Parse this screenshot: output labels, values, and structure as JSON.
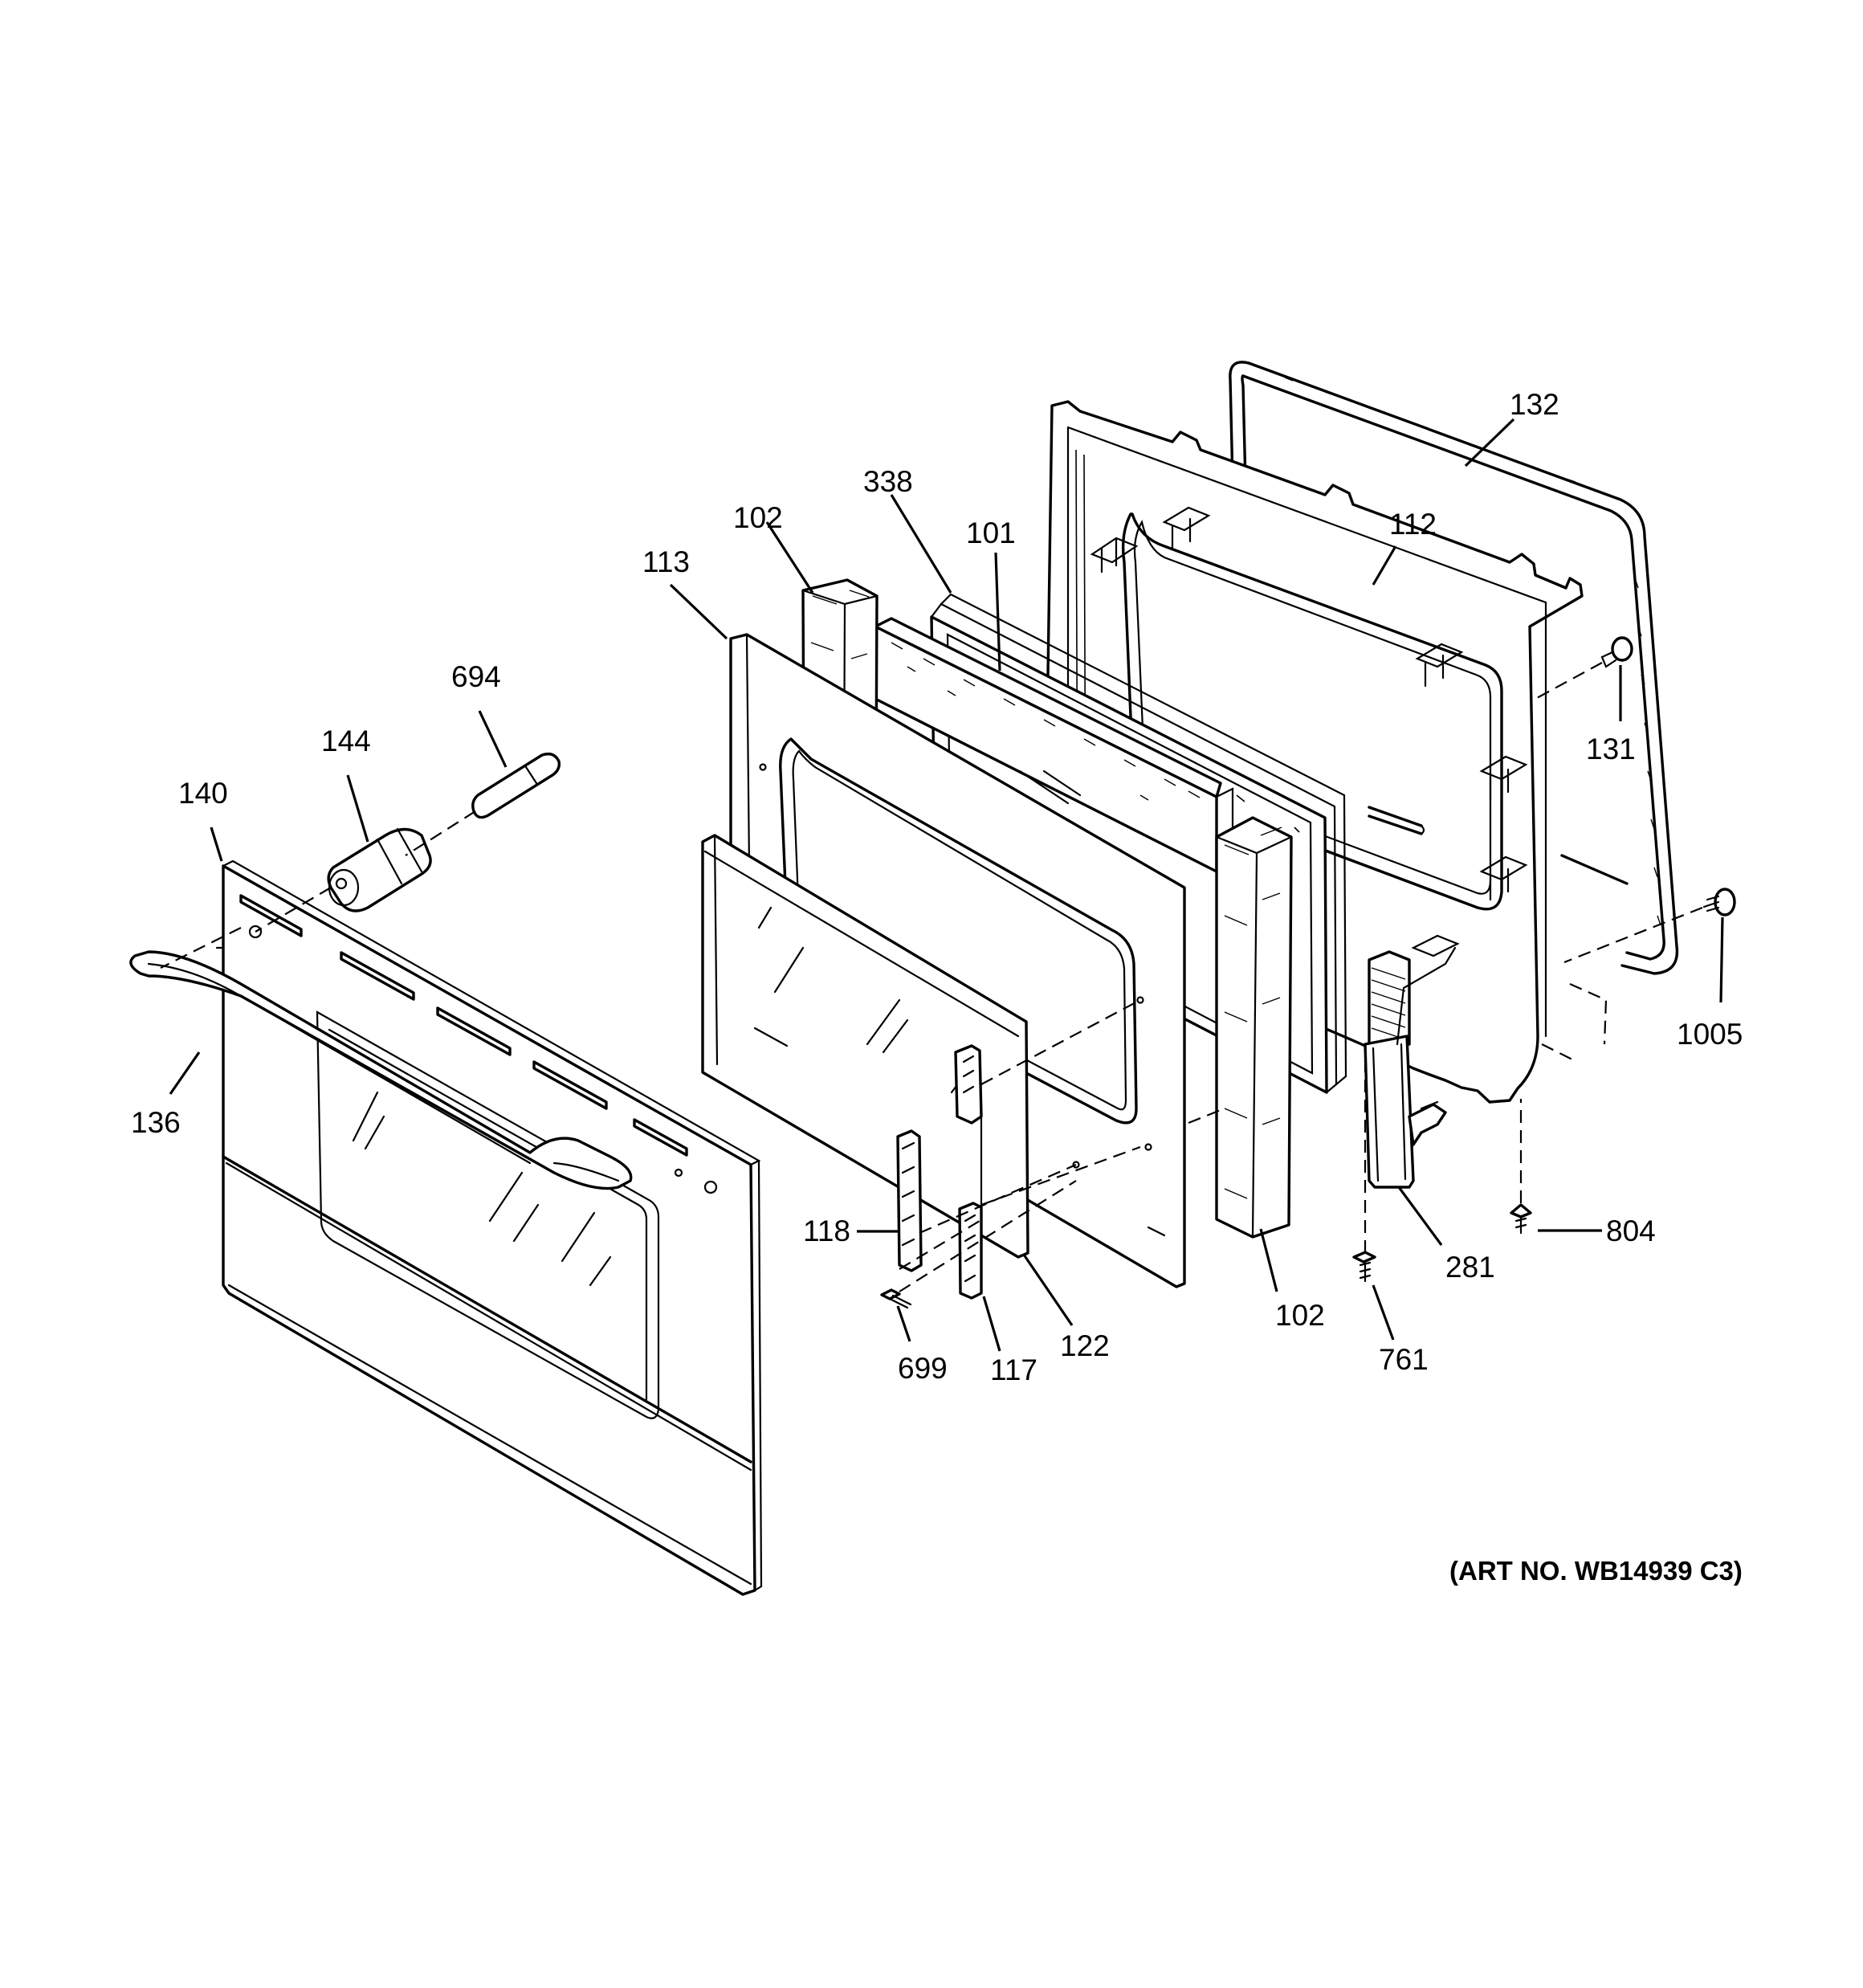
{
  "art_number": "(ART NO. WB14939 C3)",
  "callouts": {
    "p132": "132",
    "p338": "338",
    "p102_top": "102",
    "p101": "101",
    "p112": "112",
    "p113": "113",
    "p694": "694",
    "p144": "144",
    "p140": "140",
    "p131": "131",
    "p1005": "1005",
    "p136": "136",
    "p118": "118",
    "p804": "804",
    "p281": "281",
    "p122": "122",
    "p102_bottom": "102",
    "p699": "699",
    "p117": "117",
    "p761": "761"
  }
}
